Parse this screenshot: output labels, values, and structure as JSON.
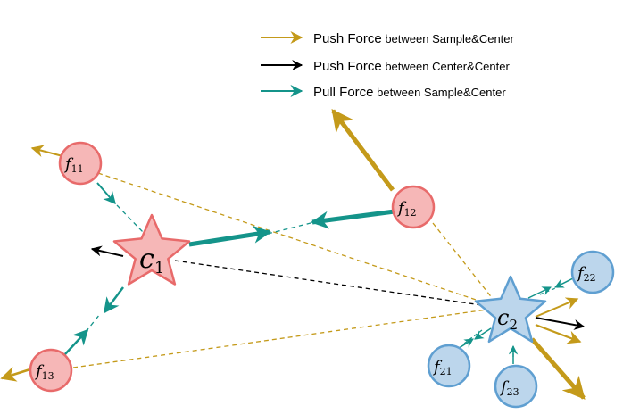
{
  "colors": {
    "push_sample_center": "#c49a1a",
    "push_center_center": "#000000",
    "pull_sample_center": "#14948a",
    "class1_fill": "#f6b7b7",
    "class1_stroke": "#e86a6a",
    "class2_fill": "#bcd6ec",
    "class2_stroke": "#5f9fd1"
  },
  "legend": [
    {
      "key": "push-sample-center",
      "main": "Push Force",
      "rest": " between Sample&Center",
      "color_key": "push_sample_center"
    },
    {
      "key": "push-center-center",
      "main": "Push Force",
      "rest": " between Center&Center",
      "color_key": "push_center_center"
    },
    {
      "key": "pull-sample-center",
      "main": "Pull Force",
      "rest": " between Sample&Center",
      "color_key": "pull_sample_center"
    }
  ],
  "centers": {
    "c1": {
      "symbol": "c",
      "sub": "1"
    },
    "c2": {
      "symbol": "c",
      "sub": "2"
    }
  },
  "samples": {
    "f11": {
      "symbol": "f",
      "sub": "11"
    },
    "f12": {
      "symbol": "f",
      "sub": "12"
    },
    "f13": {
      "symbol": "f",
      "sub": "13"
    },
    "f21": {
      "symbol": "f",
      "sub": "21"
    },
    "f22": {
      "symbol": "f",
      "sub": "22"
    },
    "f23": {
      "symbol": "f",
      "sub": "23"
    }
  }
}
